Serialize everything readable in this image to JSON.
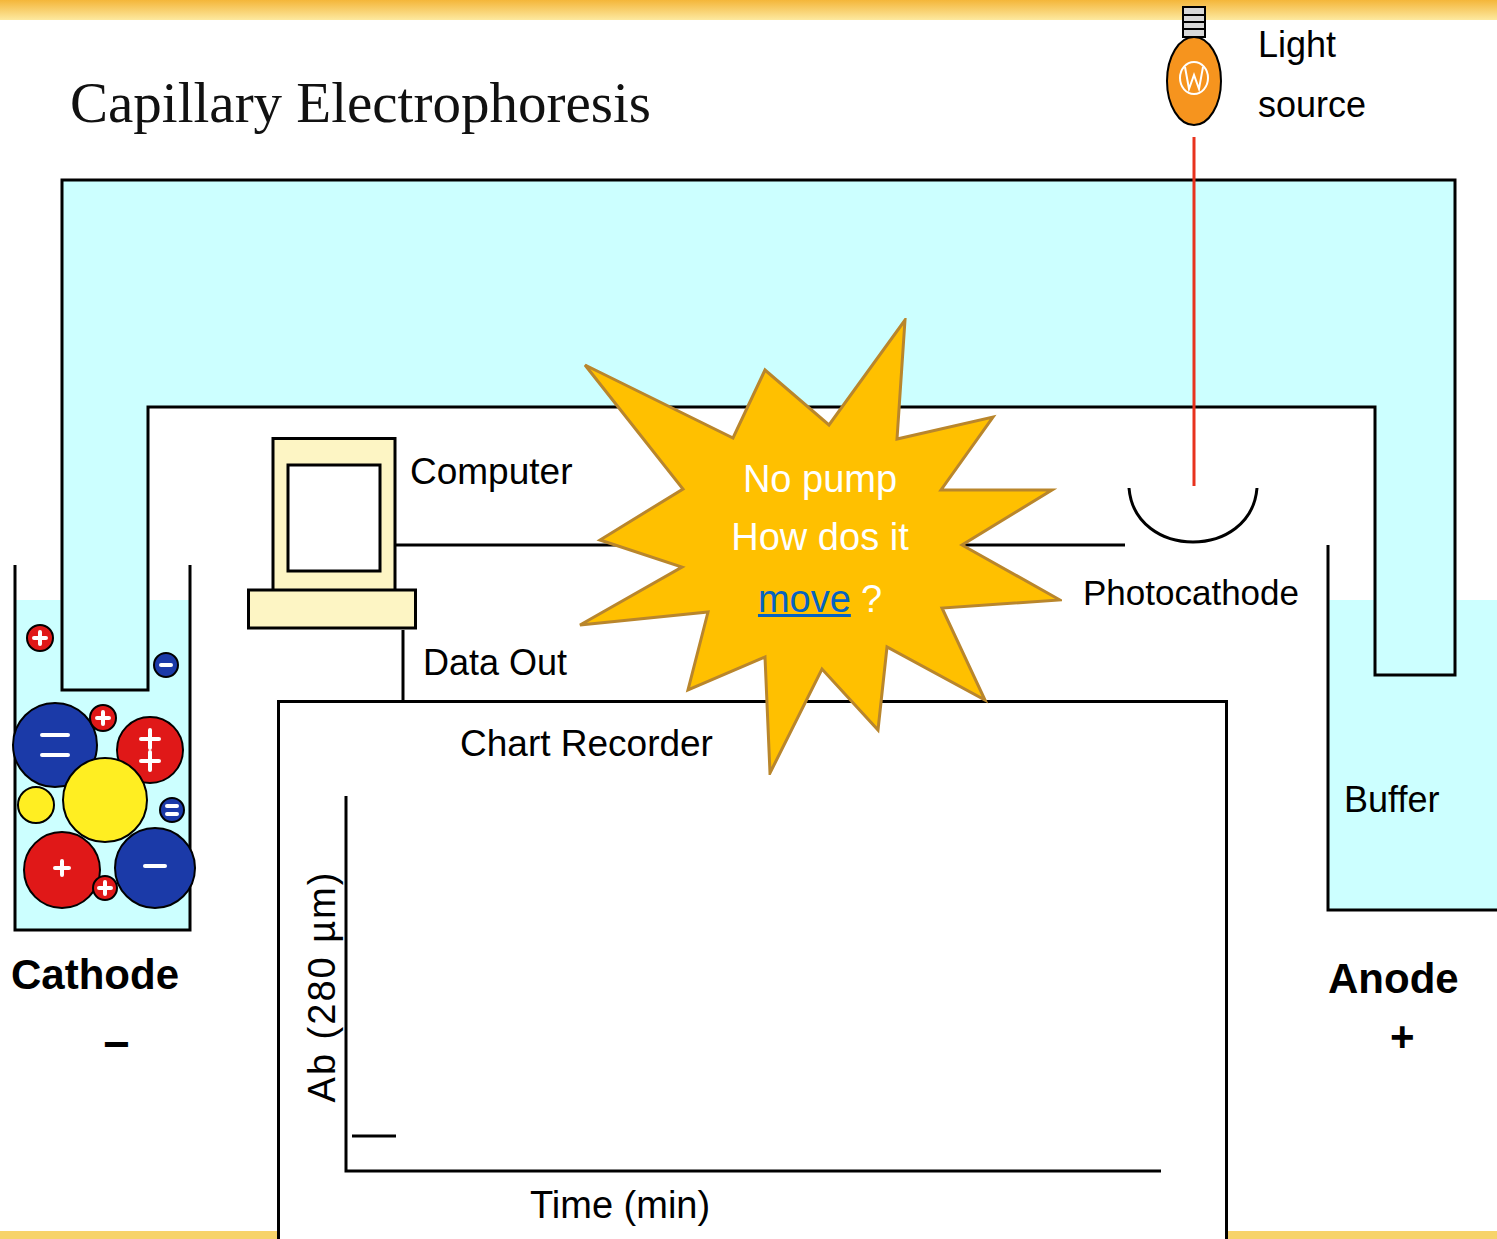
{
  "diagram": {
    "title": "Capillary Electrophoresis",
    "nodes": [
      {
        "text": [
          "Light source"
        ]
      },
      {
        "text": [
          "Computer"
        ]
      },
      {
        "text": [
          "No pump How dos it",
          "move",
          "?"
        ]
      },
      {
        "text": [
          "Photocathode"
        ]
      },
      {
        "text": [
          "Cathode",
          "−"
        ]
      },
      {
        "text": [
          "Chart Recorder",
          "Ab (280 µm)",
          "Time (min)"
        ]
      },
      {
        "text": [
          "Buffer",
          "Anode",
          "+"
        ]
      }
    ],
    "edges": [
      {
        "from": 1,
        "to": 5,
        "label": "Data Out",
        "arrow": "none"
      },
      {
        "from": 1,
        "to": 3,
        "arrow": "none"
      },
      {
        "from": 0,
        "to": 3,
        "arrow": "none"
      }
    ]
  }
}
